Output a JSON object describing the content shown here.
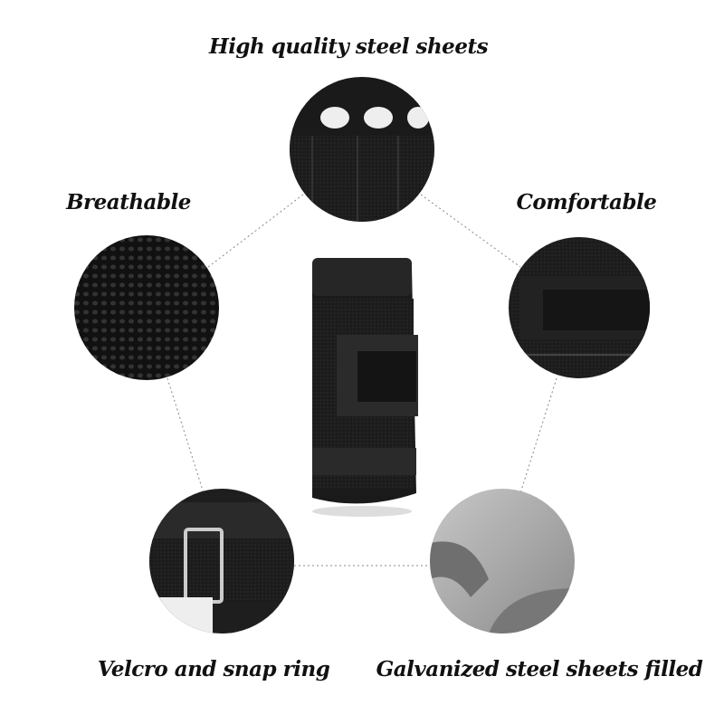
{
  "labels": {
    "top": "High quality steel sheets",
    "left": "Breathable",
    "right": "Comfortable",
    "bottom_left": "Velcro and snap ring",
    "bottom_right": "Galvanized steel sheets filled"
  },
  "colors": {
    "product": "#1a1a1a",
    "steel": "#a9a9a9",
    "connector": "#888888"
  }
}
